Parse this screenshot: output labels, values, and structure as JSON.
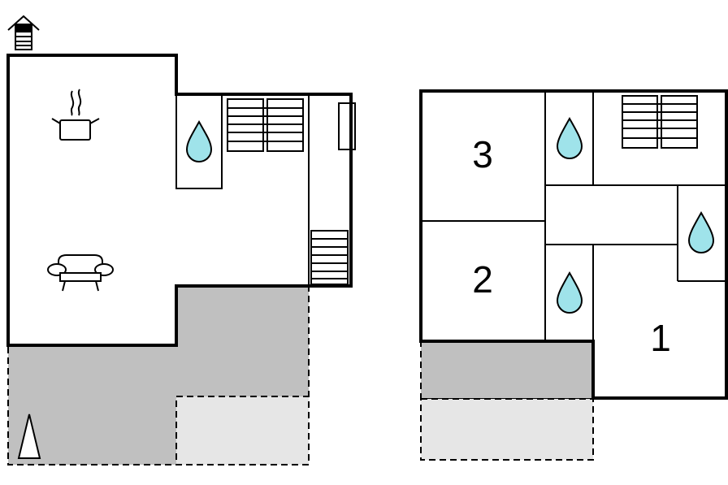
{
  "floor_plan": {
    "rooms": [
      {
        "id": "bedroom-1",
        "label": "1"
      },
      {
        "id": "bedroom-2",
        "label": "2"
      },
      {
        "id": "bedroom-3",
        "label": "3"
      }
    ],
    "icons": {
      "entrance": "house-entrance-icon",
      "kitchen": "cooking-pot-icon",
      "living": "sofa-icon",
      "bathroom": "water-drop-icon",
      "stairs": "staircase-icon",
      "north": "north-arrow-icon"
    },
    "colors": {
      "water": "#9fe3ea",
      "terrace": "#c0c0c0",
      "parking": "#e6e6e6"
    }
  }
}
